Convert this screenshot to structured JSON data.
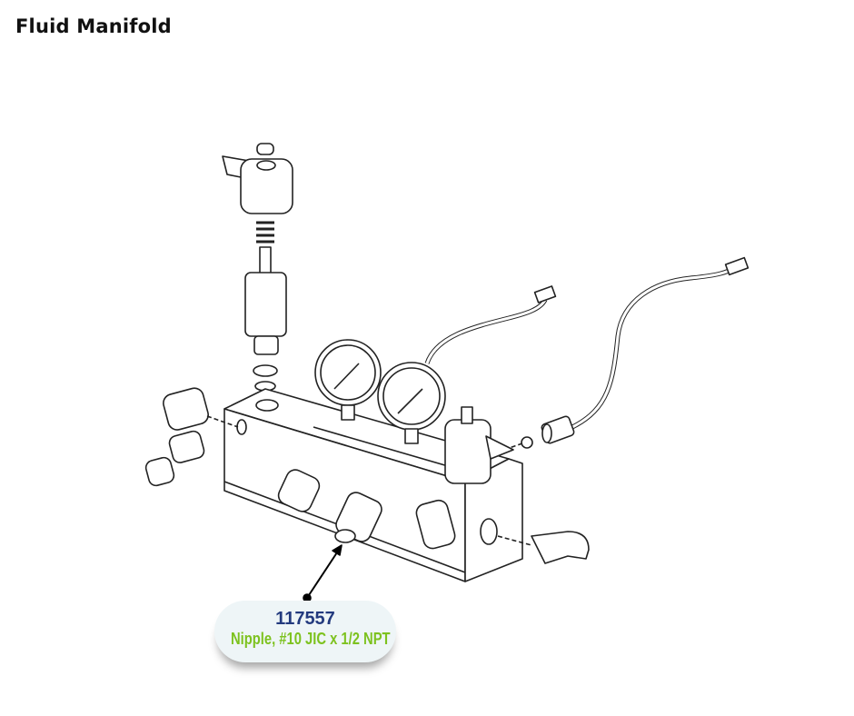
{
  "title": "Fluid Manifold",
  "callout": {
    "part_number": "117557",
    "description": "Nipple, #10 JIC x 1/2 NPT"
  },
  "colors": {
    "part_number": "#233a7e",
    "description": "#7dc21f",
    "callout_bg": "#eef5f7"
  }
}
